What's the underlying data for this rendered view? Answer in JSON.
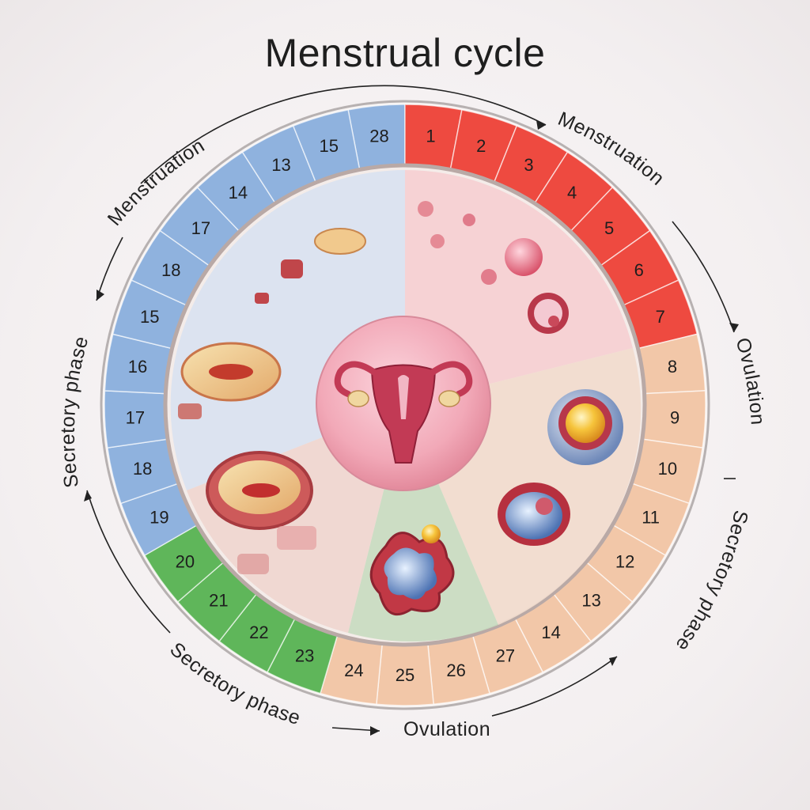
{
  "title": "Menstrual cycle",
  "colors": {
    "menstruation": "#ee4a40",
    "ovulation_peach": "#f2c7a8",
    "ovulation_green": "#5fb65a",
    "secretory_blue": "#8fb2de"
  },
  "ring_days": {
    "top_sequence": [
      "28",
      "1",
      "2",
      "3",
      "4",
      "5",
      "6",
      "7",
      "8",
      "9",
      "10",
      "11",
      "12",
      "13",
      "14"
    ],
    "bottom_sequence": [
      "15",
      "13",
      "14",
      "17",
      "18",
      "15",
      "16",
      "17",
      "18",
      "19",
      "20",
      "21",
      "22",
      "23",
      "24",
      "25",
      "26",
      "27"
    ]
  },
  "outer_labels": {
    "top_left": "Menstruation",
    "top_right": "Menstruation",
    "right_upper": "Ovulation",
    "right_lower": "Secretory phase",
    "left": "Secretory phase",
    "bottom_left": "Secretory phase",
    "bottom": "Ovulation"
  },
  "icons": [
    "uterus-icon",
    "cell-icon",
    "follicle-icon",
    "egg-icon",
    "tissue-icon"
  ]
}
